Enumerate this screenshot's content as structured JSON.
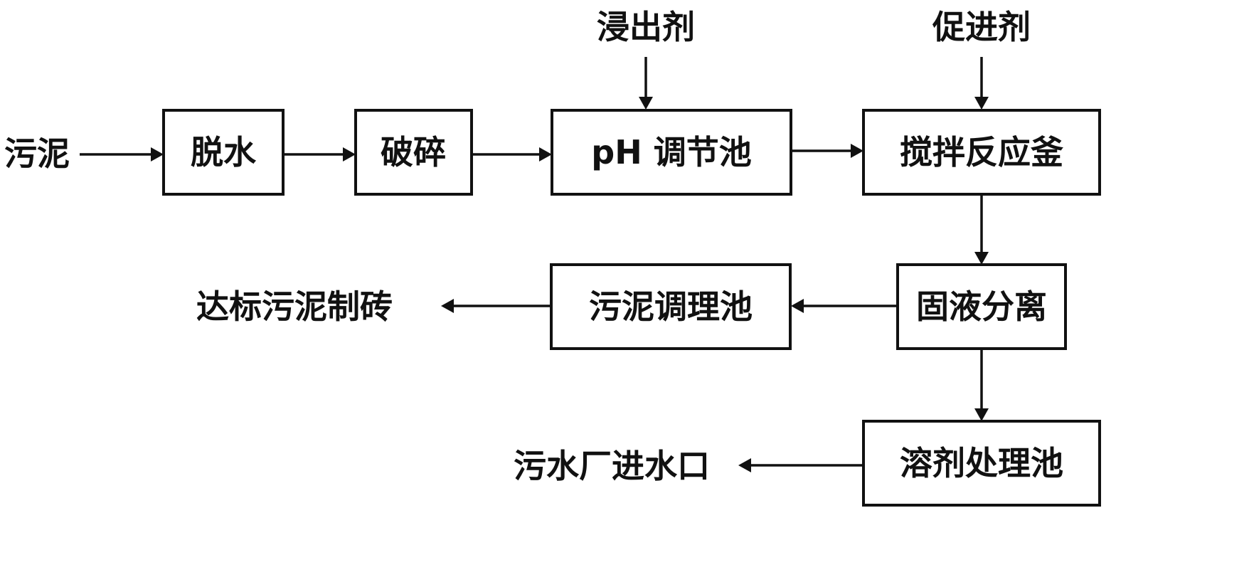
{
  "diagram": {
    "nodes": {
      "dewater": "脱水",
      "crush": "破碎",
      "ph_tank": "pH 调节池",
      "reactor": "搅拌反应釜",
      "separation": "固液分离",
      "conditioning": "污泥调理池",
      "solvent": "溶剂处理池"
    },
    "io": {
      "sludge_in": "污泥",
      "leaching_agent": "浸出剂",
      "promoter": "促进剂",
      "bricks": "达标污泥制砖",
      "wwtp_inlet": "污水厂进水口"
    },
    "edges": [
      {
        "from": "sludge_in",
        "to": "dewater"
      },
      {
        "from": "dewater",
        "to": "crush"
      },
      {
        "from": "crush",
        "to": "ph_tank"
      },
      {
        "from": "leaching_agent",
        "to": "ph_tank"
      },
      {
        "from": "ph_tank",
        "to": "reactor"
      },
      {
        "from": "promoter",
        "to": "reactor"
      },
      {
        "from": "reactor",
        "to": "separation"
      },
      {
        "from": "separation",
        "to": "conditioning"
      },
      {
        "from": "conditioning",
        "to": "bricks"
      },
      {
        "from": "separation",
        "to": "solvent"
      },
      {
        "from": "solvent",
        "to": "wwtp_inlet"
      }
    ],
    "colors": {
      "line": "#111111",
      "background": "#ffffff"
    }
  }
}
